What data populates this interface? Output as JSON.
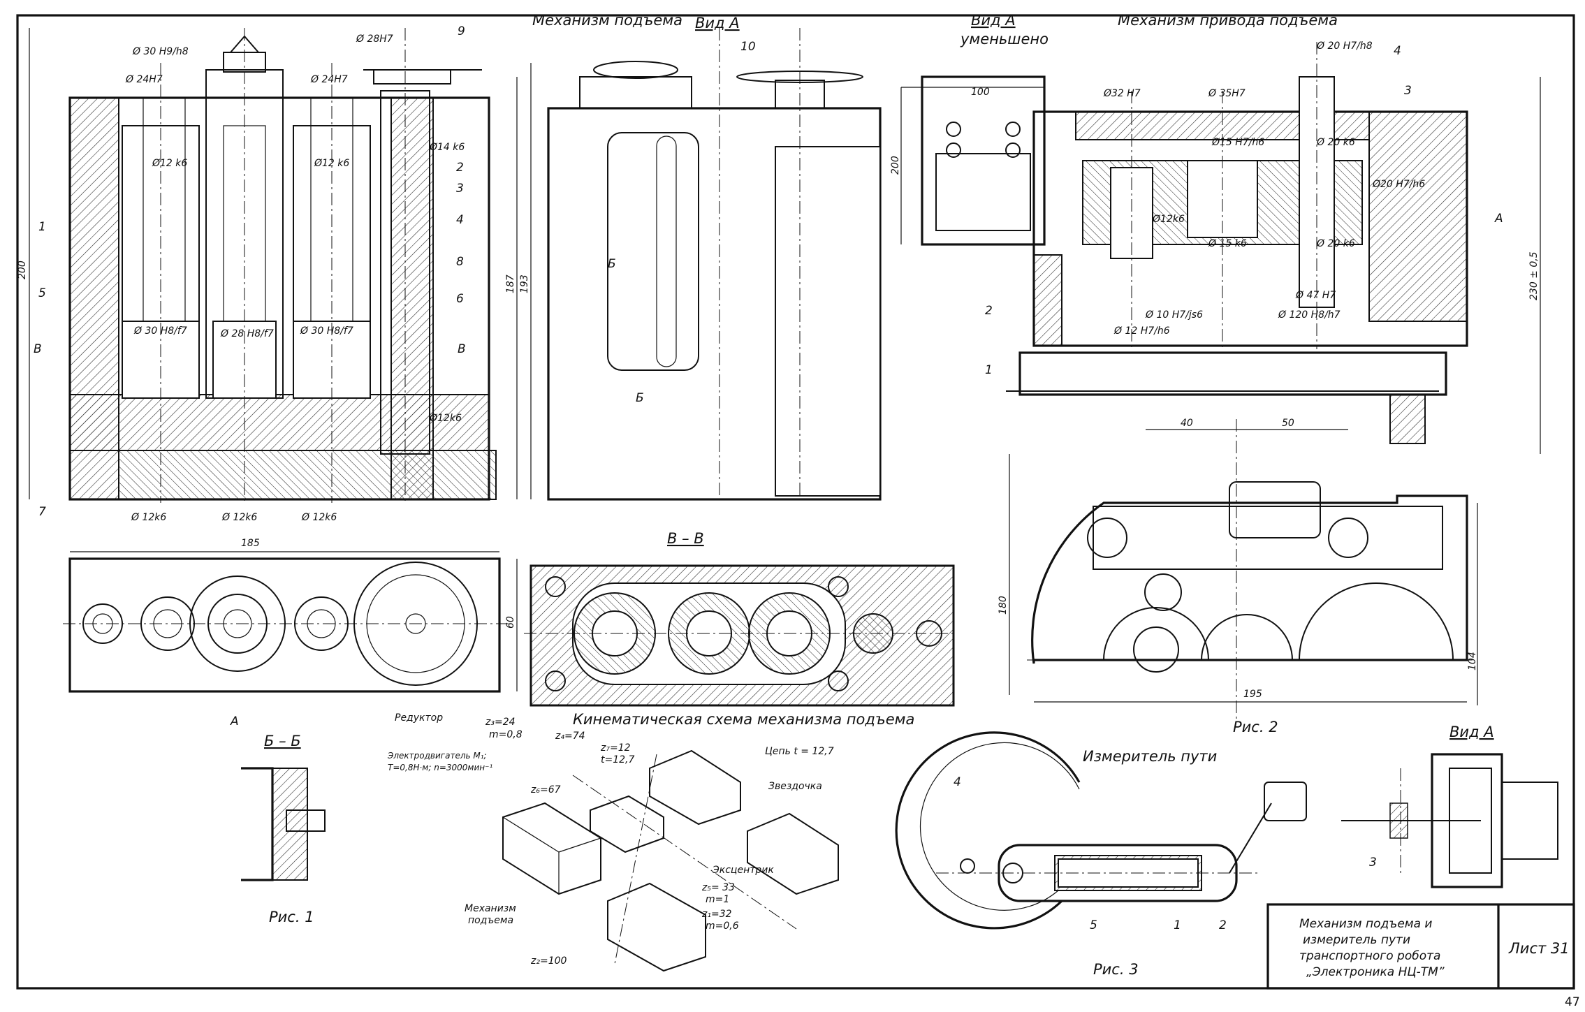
{
  "titles": {
    "lift_mechanism": "Механизм подъема",
    "view_a": "Вид А",
    "view_a_reduced_1": "Вид А",
    "view_a_reduced_2": "уменьшено",
    "lift_drive": "Механизм привода подъема",
    "section_bb": "В – В",
    "section_b_b": "Б – Б",
    "kinematic": "Кинематическая схема механизма подъема",
    "path_meter": "Измеритель пути",
    "view_a_small": "Вид А",
    "fig1": "Рис. 1",
    "fig2": "Рис. 2",
    "fig3": "Рис. 3"
  },
  "dims_left": {
    "d30_h9h8": "Ø 30 H9/h8",
    "d24h7_a": "Ø 24H7",
    "d28h7": "Ø 28H7",
    "d24h7_b": "Ø 24H7",
    "d12k6_a": "Ø12 k6",
    "d12k6_b": "Ø12 k6",
    "d14k6": "Ø14 k6",
    "d30_h8f7_a": "Ø 30 H8/f7",
    "d28_h8f7": "Ø 28 H8/f7",
    "d30_h8f7_b": "Ø 30 H8/f7",
    "d12k6_c": "Ø12k6",
    "d12k6_d": "Ø 12k6",
    "d12k6_e": "Ø 12k6",
    "d12k6_f": "Ø 12k6",
    "h200": "200",
    "h187": "187",
    "h193": "193",
    "w185": "185",
    "h60": "60",
    "b_mark_1": "В",
    "b_mark_2": "В",
    "b_mark_3": "Б",
    "b_mark_4": "Б",
    "a_mark": "А"
  },
  "numbers_left": [
    "1",
    "2",
    "3",
    "4",
    "5",
    "6",
    "7",
    "8",
    "9",
    "10"
  ],
  "dims_right": {
    "d20_h7h8": "Ø 20 H7/h8",
    "d32h7": "Ø32 H7",
    "d35h7": "Ø 35H7",
    "d15_h7h6": "Ø15 H7/h6",
    "d20k6_a": "Ø 20 k6",
    "d20_h7h6": "Ø20 H7/h6",
    "d12k6": "Ø12k6",
    "d15k6": "Ø 15 k6",
    "d20k6_b": "Ø 20 k6",
    "d47h7": "Ø 47 H7",
    "d10_h7js6": "Ø 10 H7/js6",
    "d120_h8h7": "Ø 120 H8/h7",
    "d12_h7h6": "Ø 12 H7/h6",
    "h230": "230 ± 0,5",
    "w100": "100",
    "h200": "200",
    "w40": "40",
    "w50": "50",
    "h180": "180",
    "h104": "104",
    "w195": "195",
    "a_mark": "А"
  },
  "numbers_right": [
    "1",
    "2",
    "3",
    "4"
  ],
  "kinematic_labels": {
    "reducer": "Редуктор",
    "z3": "z₃=24",
    "m08": "m=0,8",
    "z4": "z₄=74",
    "z7": "z₇=12",
    "t127a": "t=12,7",
    "chain": "Цепь t = 12,7",
    "motor1": "Электродвигатель M₁;",
    "motor2": "T=0,8Н·м; n=3000мин⁻¹",
    "z6": "z₆=67",
    "sprocket": "Звездочка",
    "eccentric": "Эксцентрик",
    "z5": "z₅= 33",
    "m1": "m=1",
    "z1": "z₁=32",
    "m06": "m=0,6",
    "lift_mech1": "Механизм",
    "lift_mech2": "подъема",
    "z2": "z₂=100"
  },
  "meter_numbers": [
    "4",
    "5",
    "1",
    "2",
    "3"
  ],
  "title_block": {
    "line1": "Механизм подъема и",
    "line2": "измеритель пути",
    "line3": "транспортного робота",
    "line4": "„Электроника НЦ-ТМ”",
    "sheet": "Лист 31"
  },
  "page_number": "47"
}
